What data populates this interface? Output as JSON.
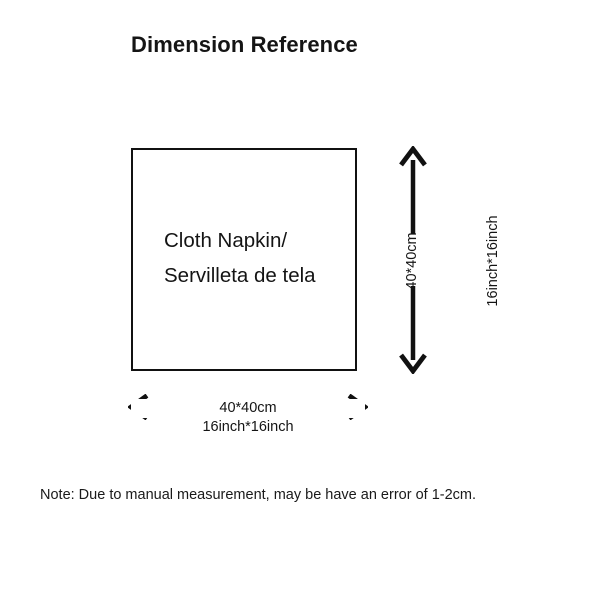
{
  "page": {
    "title": "Dimension Reference",
    "background_color": "#ffffff",
    "ink_color": "#111111"
  },
  "product_box": {
    "label_line_1": "Cloth Napkin/",
    "label_line_2": "Servilleta de tela"
  },
  "dimensions": {
    "vertical": {
      "metric": "40*40cm",
      "imperial": "16inch*16inch"
    },
    "horizontal": {
      "metric": "40*40cm",
      "imperial": "16inch*16inch"
    }
  },
  "footer": {
    "note": "Note: Due to manual measurement, may be have an error of 1-2cm."
  }
}
